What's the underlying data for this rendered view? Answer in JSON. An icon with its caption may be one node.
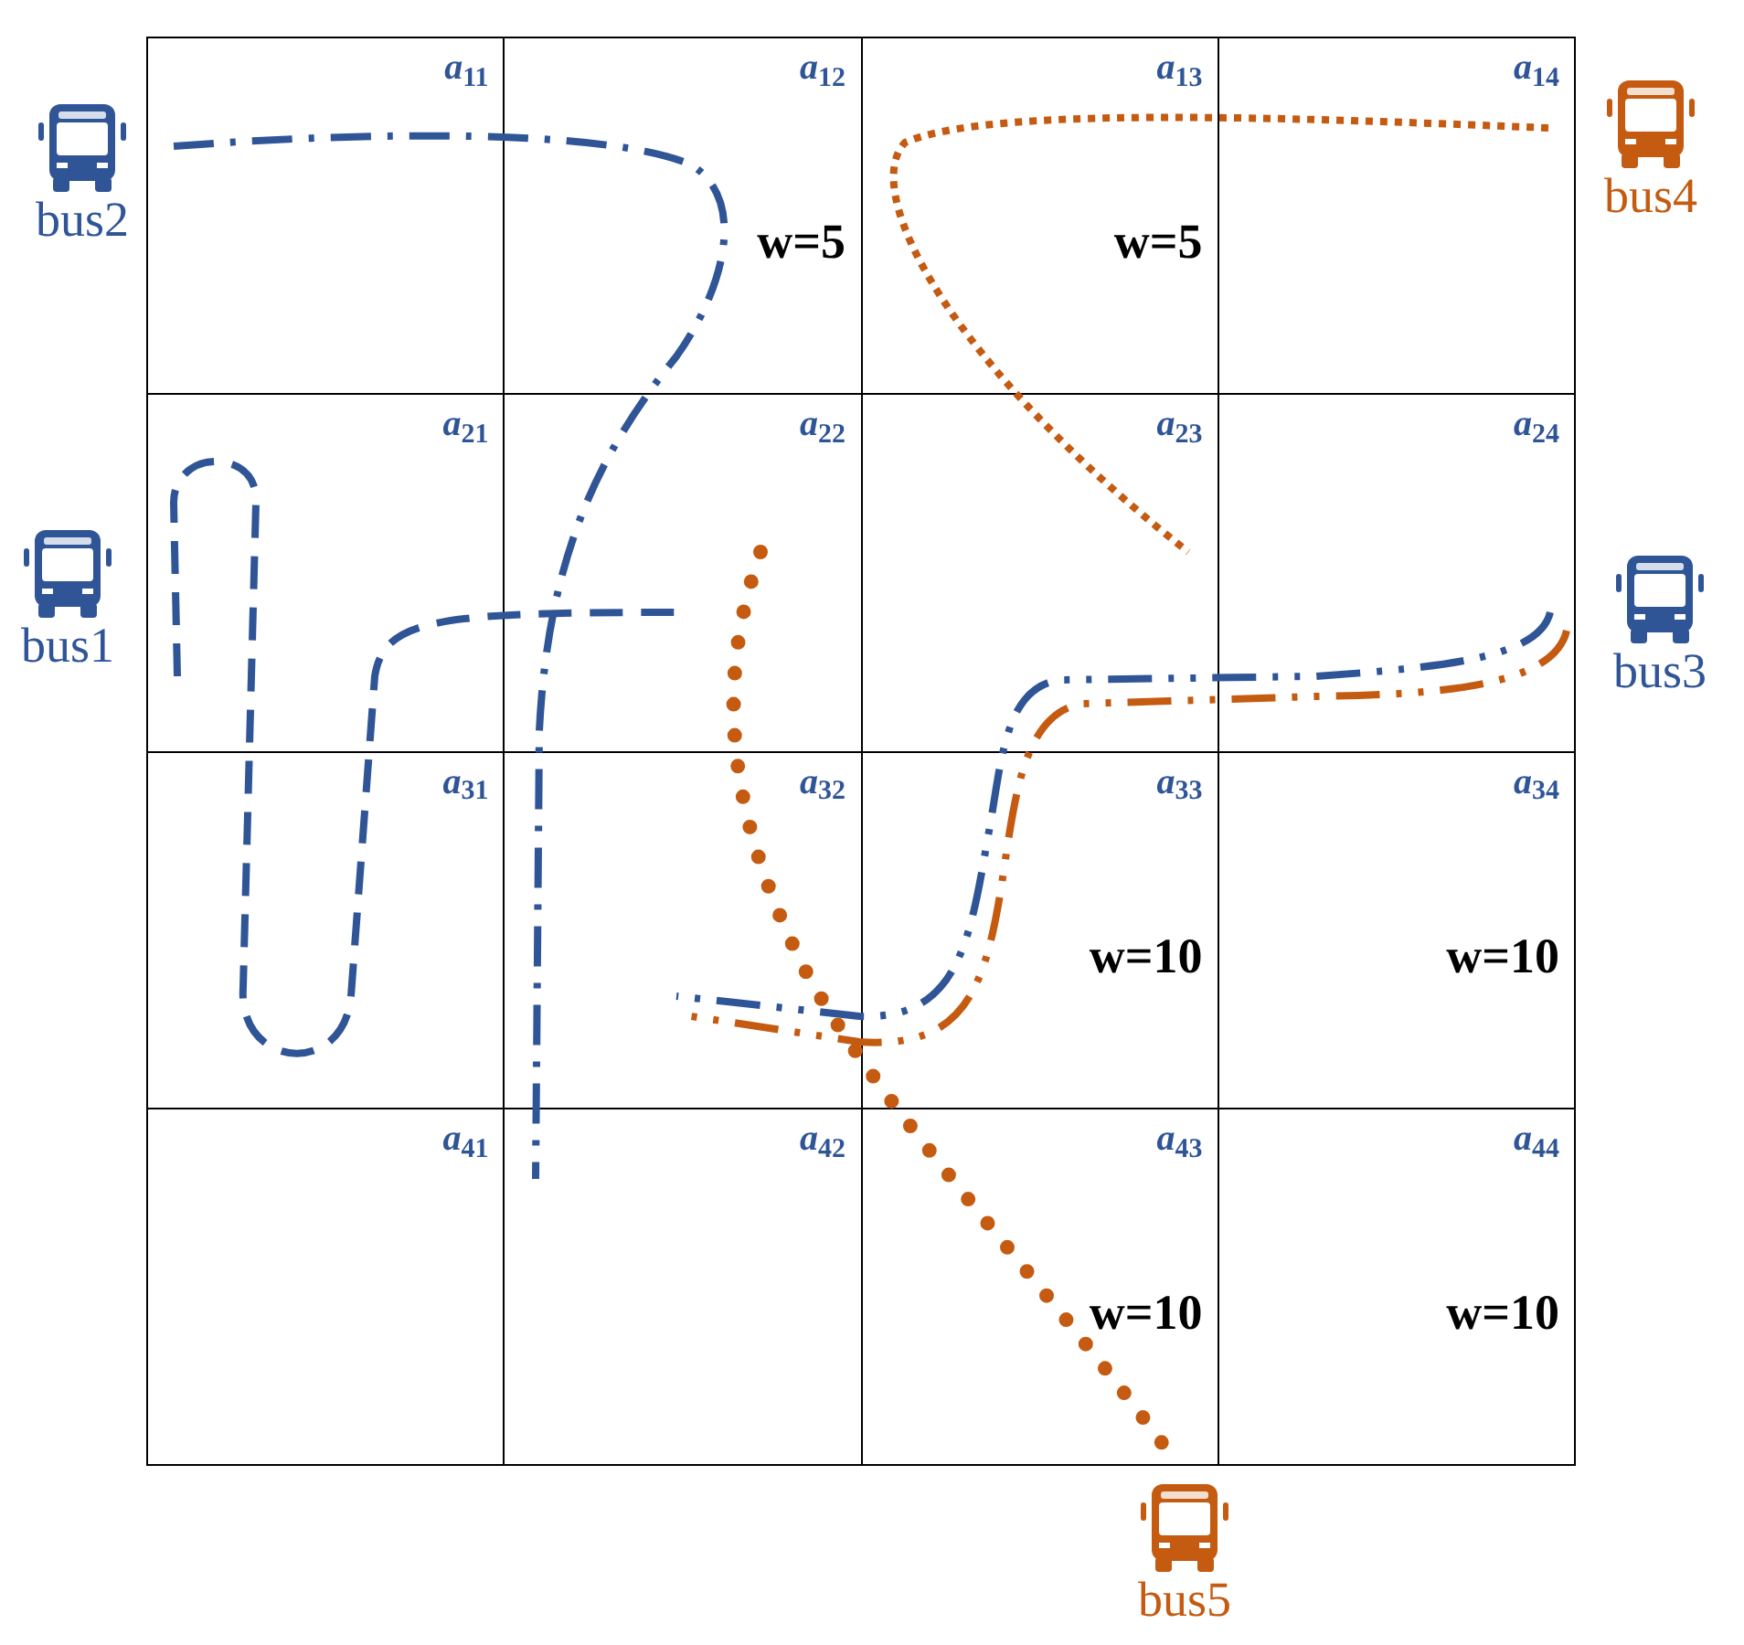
{
  "diagram": {
    "labels": [
      "*a*$_{11}$",
      "*a*$_{12}$",
      "*a*$_{13}$",
      "*a*$_{14}$",
      "w=5",
      "w=5",
      "bus2",
      "bus4",
      "*a*$_{21}$",
      "*a*$_{22}$",
      "*a*$_{23}$",
      "*a*$_{24}$",
      "bus1",
      "bus3",
      "*a*$_{31}$",
      "*a*$_{32}$",
      "*a*$_{33}$",
      "*a*$_{34}$",
      "w=10",
      "w=10",
      "*a*$_{41}$",
      "*a*$_{42}$",
      "*a*$_{43}$",
      "*a*$_{44}$",
      "w=10",
      "w=10",
      "bus5"
    ]
  }
}
